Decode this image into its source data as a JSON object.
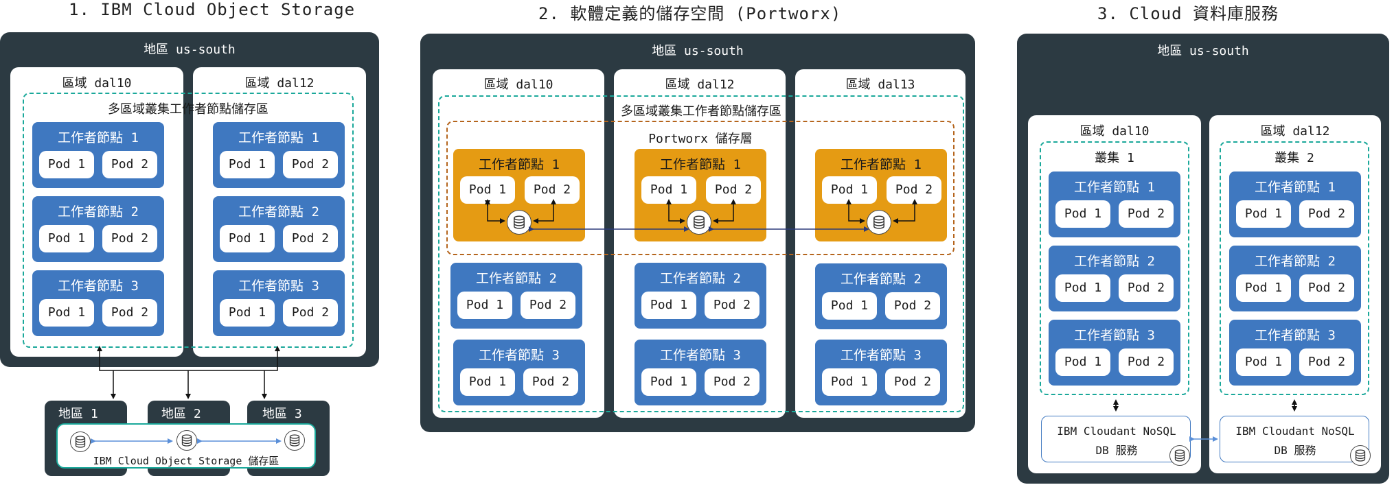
{
  "titles": {
    "t1": "1.  IBM Cloud Object Storage",
    "t2": "2.  軟體定義的儲存空間 (Portworx)",
    "t3": "3.  Cloud 資料庫服務"
  },
  "common": {
    "region": "地區 us-south",
    "zone_dal10": "區域 dal10",
    "zone_dal12": "區域 dal12",
    "zone_dal13": "區域 dal13",
    "multizone_pool": "多區域叢集工作者節點儲存區",
    "worker1": "工作者節點 1",
    "worker2": "工作者節點 2",
    "worker3": "工作者節點 3",
    "pod1": "Pod 1",
    "pod2": "Pod 2"
  },
  "section1": {
    "cos_region1": "地區 1",
    "cos_region2": "地區 2",
    "cos_region3": "地區 3",
    "cos_store": "IBM Cloud Object Storage 儲存區"
  },
  "section2": {
    "portworx_layer": "Portworx 儲存層"
  },
  "section3": {
    "cluster1": "叢集 1",
    "cluster2": "叢集 2",
    "service_line1": "IBM Cloudant NoSQL",
    "service_line2": "DB 服務"
  },
  "icons": {
    "database": "database-icon",
    "arrow": "arrow-icon"
  },
  "colors": {
    "region_bg": "#2c3a42",
    "worker_blue": "#3f78c0",
    "worker_orange": "#e59b13",
    "dashed_teal": "#1aa89a",
    "dashed_brown": "#b5651d"
  }
}
